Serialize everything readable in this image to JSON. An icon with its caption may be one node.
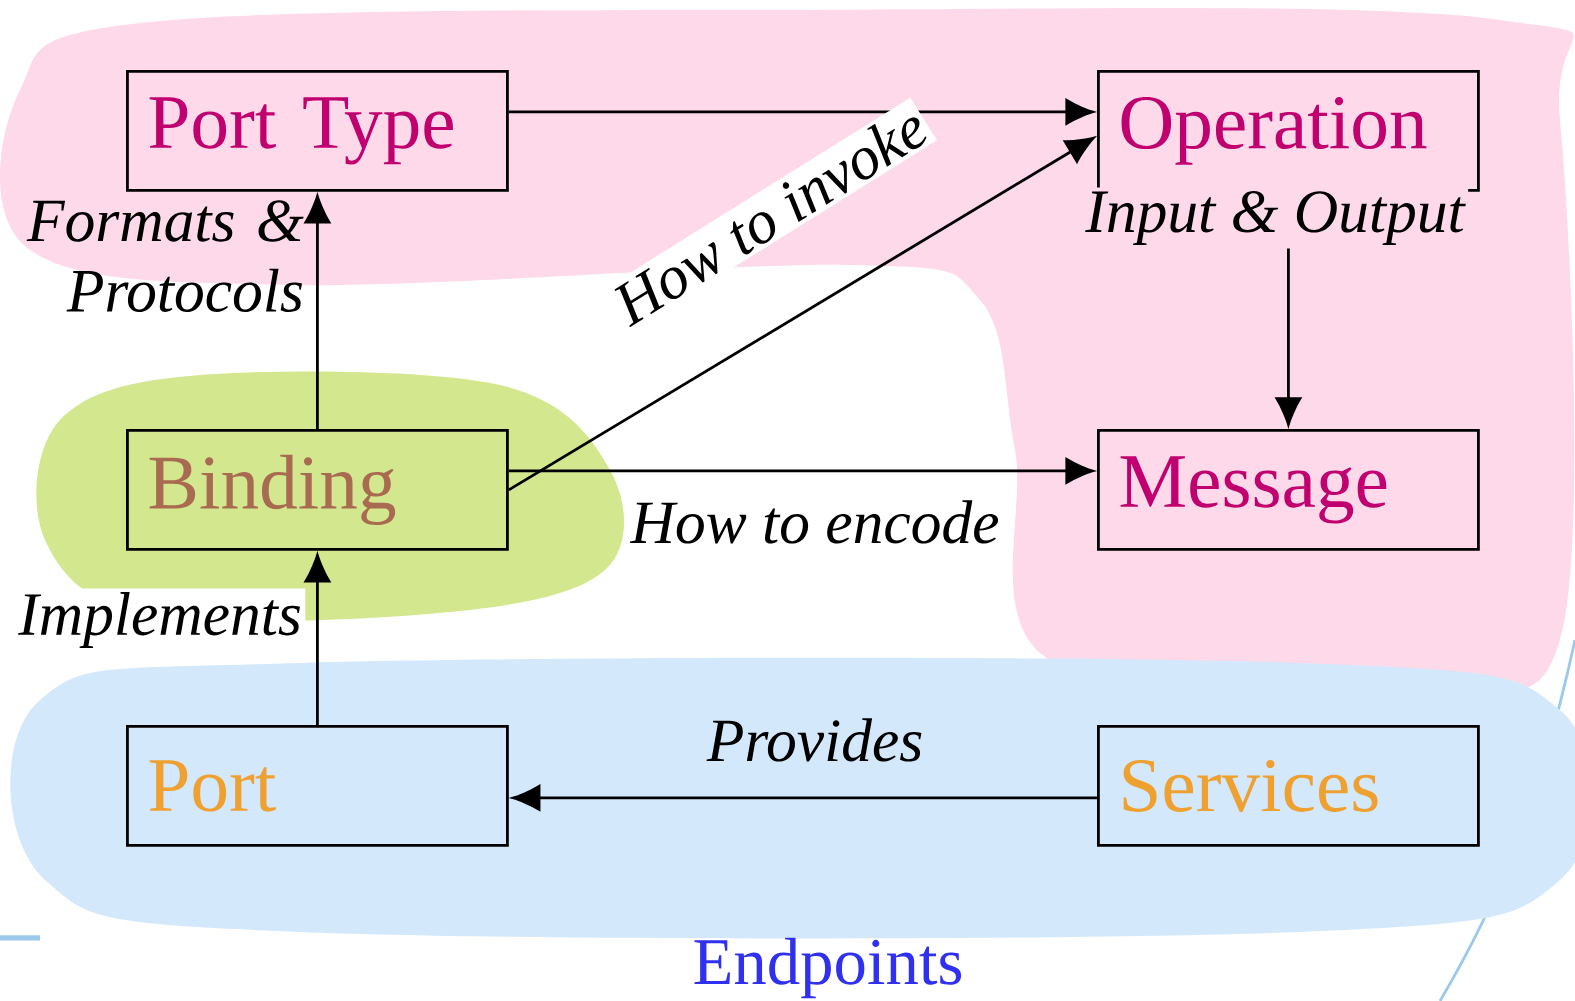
{
  "diagram": {
    "nodes": [
      {
        "text": [],
        "shape": "cloud"
      },
      {
        "text": [
          "Port Type"
        ],
        "in": 0
      },
      {
        "text": [
          "Operation"
        ],
        "in": 0
      },
      {
        "text": [],
        "shape": "cloud"
      },
      {
        "text": [
          "Binding"
        ],
        "in": 3
      },
      {
        "text": [
          "Message"
        ],
        "in": 0
      },
      {
        "text": [
          "Endpoints"
        ]
      },
      {
        "text": [
          "Port"
        ],
        "in": 6
      },
      {
        "text": [
          "Services"
        ],
        "in": 6
      }
    ],
    "edges": [
      {
        "from": 1,
        "to": 2,
        "arrow": "to"
      },
      {
        "from": 4,
        "to": 1,
        "arrow": "to",
        "label": "Formats & Protocols"
      },
      {
        "from": 4,
        "to": 2,
        "arrow": "to",
        "label": "How to invoke"
      },
      {
        "from": 2,
        "to": 5,
        "arrow": "to",
        "label": "Input & Output"
      },
      {
        "from": 4,
        "to": 5,
        "arrow": "to",
        "label": "How to encode"
      },
      {
        "from": 7,
        "to": 4,
        "arrow": "to",
        "label": "Implements"
      },
      {
        "from": 8,
        "to": 7,
        "arrow": "to",
        "label": "Provides"
      }
    ]
  }
}
